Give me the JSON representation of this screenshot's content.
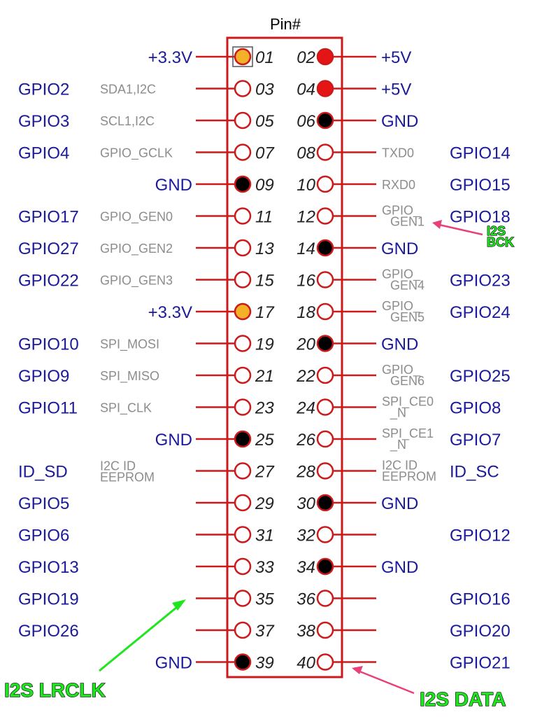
{
  "header": "Pin#",
  "colors": {
    "frame": "#cc1a1a",
    "gpio": "#1a1a9a",
    "alt": "#8c8c8c",
    "power33": "#f5b02a",
    "power5": "#e51515",
    "gnd": "#000000",
    "green": "#1ee61e",
    "pink": "#e8407a"
  },
  "rows": [
    {
      "n1": "01",
      "n2": "02",
      "c1": "p33",
      "c2": "p5",
      "ll": "+3.3V",
      "la": "",
      "ra": "",
      "rl": "+5V",
      "rlClass": "sig",
      "llClass": "sig"
    },
    {
      "n1": "03",
      "n2": "04",
      "c1": "io",
      "c2": "p5",
      "ll": "GPIO2",
      "la": "SDA1,I2C",
      "ra": "",
      "rl": "+5V",
      "llClass": "far"
    },
    {
      "n1": "05",
      "n2": "06",
      "c1": "io",
      "c2": "gnd",
      "ll": "GPIO3",
      "la": "SCL1,I2C",
      "ra": "",
      "rl": "GND",
      "llClass": "far"
    },
    {
      "n1": "07",
      "n2": "08",
      "c1": "io",
      "c2": "io",
      "ll": "GPIO4",
      "la": "GPIO_GCLK",
      "ra": "TXD0",
      "rl": "GPIO14",
      "llClass": "far",
      "rlClass": "far"
    },
    {
      "n1": "09",
      "n2": "10",
      "c1": "gnd",
      "c2": "io",
      "ll": "GND",
      "la": "",
      "ra": "RXD0",
      "rl": "GPIO15",
      "rlClass": "far"
    },
    {
      "n1": "11",
      "n2": "12",
      "c1": "io",
      "c2": "io",
      "ll": "GPIO17",
      "la": "GPIO_GEN0",
      "ra": "GPIO_\nGEN1",
      "rl": "GPIO18",
      "llClass": "far",
      "rlClass": "far"
    },
    {
      "n1": "13",
      "n2": "14",
      "c1": "io",
      "c2": "gnd",
      "ll": "GPIO27",
      "la": "GPIO_GEN2",
      "ra": "",
      "rl": "GND",
      "llClass": "far"
    },
    {
      "n1": "15",
      "n2": "16",
      "c1": "io",
      "c2": "io",
      "ll": "GPIO22",
      "la": "GPIO_GEN3",
      "ra": "GPIO_\nGEN4",
      "rl": "GPIO23",
      "llClass": "far",
      "rlClass": "far"
    },
    {
      "n1": "17",
      "n2": "18",
      "c1": "p33",
      "c2": "io",
      "ll": "+3.3V",
      "la": "",
      "ra": "GPIO_\nGEN5",
      "rl": "GPIO24",
      "rlClass": "far"
    },
    {
      "n1": "19",
      "n2": "20",
      "c1": "io",
      "c2": "gnd",
      "ll": "GPIO10",
      "la": "SPI_MOSI",
      "ra": "",
      "rl": "GND",
      "llClass": "far"
    },
    {
      "n1": "21",
      "n2": "22",
      "c1": "io",
      "c2": "io",
      "ll": "GPIO9",
      "la": "SPI_MISO",
      "ra": "GPIO_\nGEN6",
      "rl": "GPIO25",
      "llClass": "far",
      "rlClass": "far"
    },
    {
      "n1": "23",
      "n2": "24",
      "c1": "io",
      "c2": "io",
      "ll": "GPIO11",
      "la": "SPI_CLK",
      "ra": "SPI_CE0\n_N",
      "rl": "GPIO8",
      "llClass": "far",
      "rlClass": "far"
    },
    {
      "n1": "25",
      "n2": "26",
      "c1": "gnd",
      "c2": "io",
      "ll": "GND",
      "la": "",
      "ra": "SPI_CE1\n_N",
      "rl": "GPIO7",
      "rlClass": "far"
    },
    {
      "n1": "27",
      "n2": "28",
      "c1": "io",
      "c2": "io",
      "ll": "ID_SD",
      "la": "I2C ID\nEEPROM",
      "ra": "I2C ID\nEEPROM",
      "rl": "ID_SC",
      "llClass": "far",
      "rlClass": "far"
    },
    {
      "n1": "29",
      "n2": "30",
      "c1": "io",
      "c2": "gnd",
      "ll": "GPIO5",
      "la": "",
      "ra": "",
      "rl": "GND",
      "llClass": "far"
    },
    {
      "n1": "31",
      "n2": "32",
      "c1": "io",
      "c2": "io",
      "ll": "GPIO6",
      "la": "",
      "ra": "",
      "rl": "GPIO12",
      "llClass": "far",
      "rlClass": "far"
    },
    {
      "n1": "33",
      "n2": "34",
      "c1": "io",
      "c2": "gnd",
      "ll": "GPIO13",
      "la": "",
      "ra": "",
      "rl": "GND",
      "llClass": "far"
    },
    {
      "n1": "35",
      "n2": "36",
      "c1": "io",
      "c2": "io",
      "ll": "GPIO19",
      "la": "",
      "ra": "",
      "rl": "GPIO16",
      "llClass": "far",
      "rlClass": "far"
    },
    {
      "n1": "37",
      "n2": "38",
      "c1": "io",
      "c2": "io",
      "ll": "GPIO26",
      "la": "",
      "ra": "",
      "rl": "GPIO20",
      "llClass": "far",
      "rlClass": "far"
    },
    {
      "n1": "39",
      "n2": "40",
      "c1": "gnd",
      "c2": "io",
      "ll": "GND",
      "la": "",
      "ra": "",
      "rl": "GPIO21",
      "rlClass": "far"
    }
  ],
  "callouts": {
    "bck": "I2S\nBCK",
    "lrclk": "I2S LRCLK",
    "data": "I2S DATA"
  }
}
